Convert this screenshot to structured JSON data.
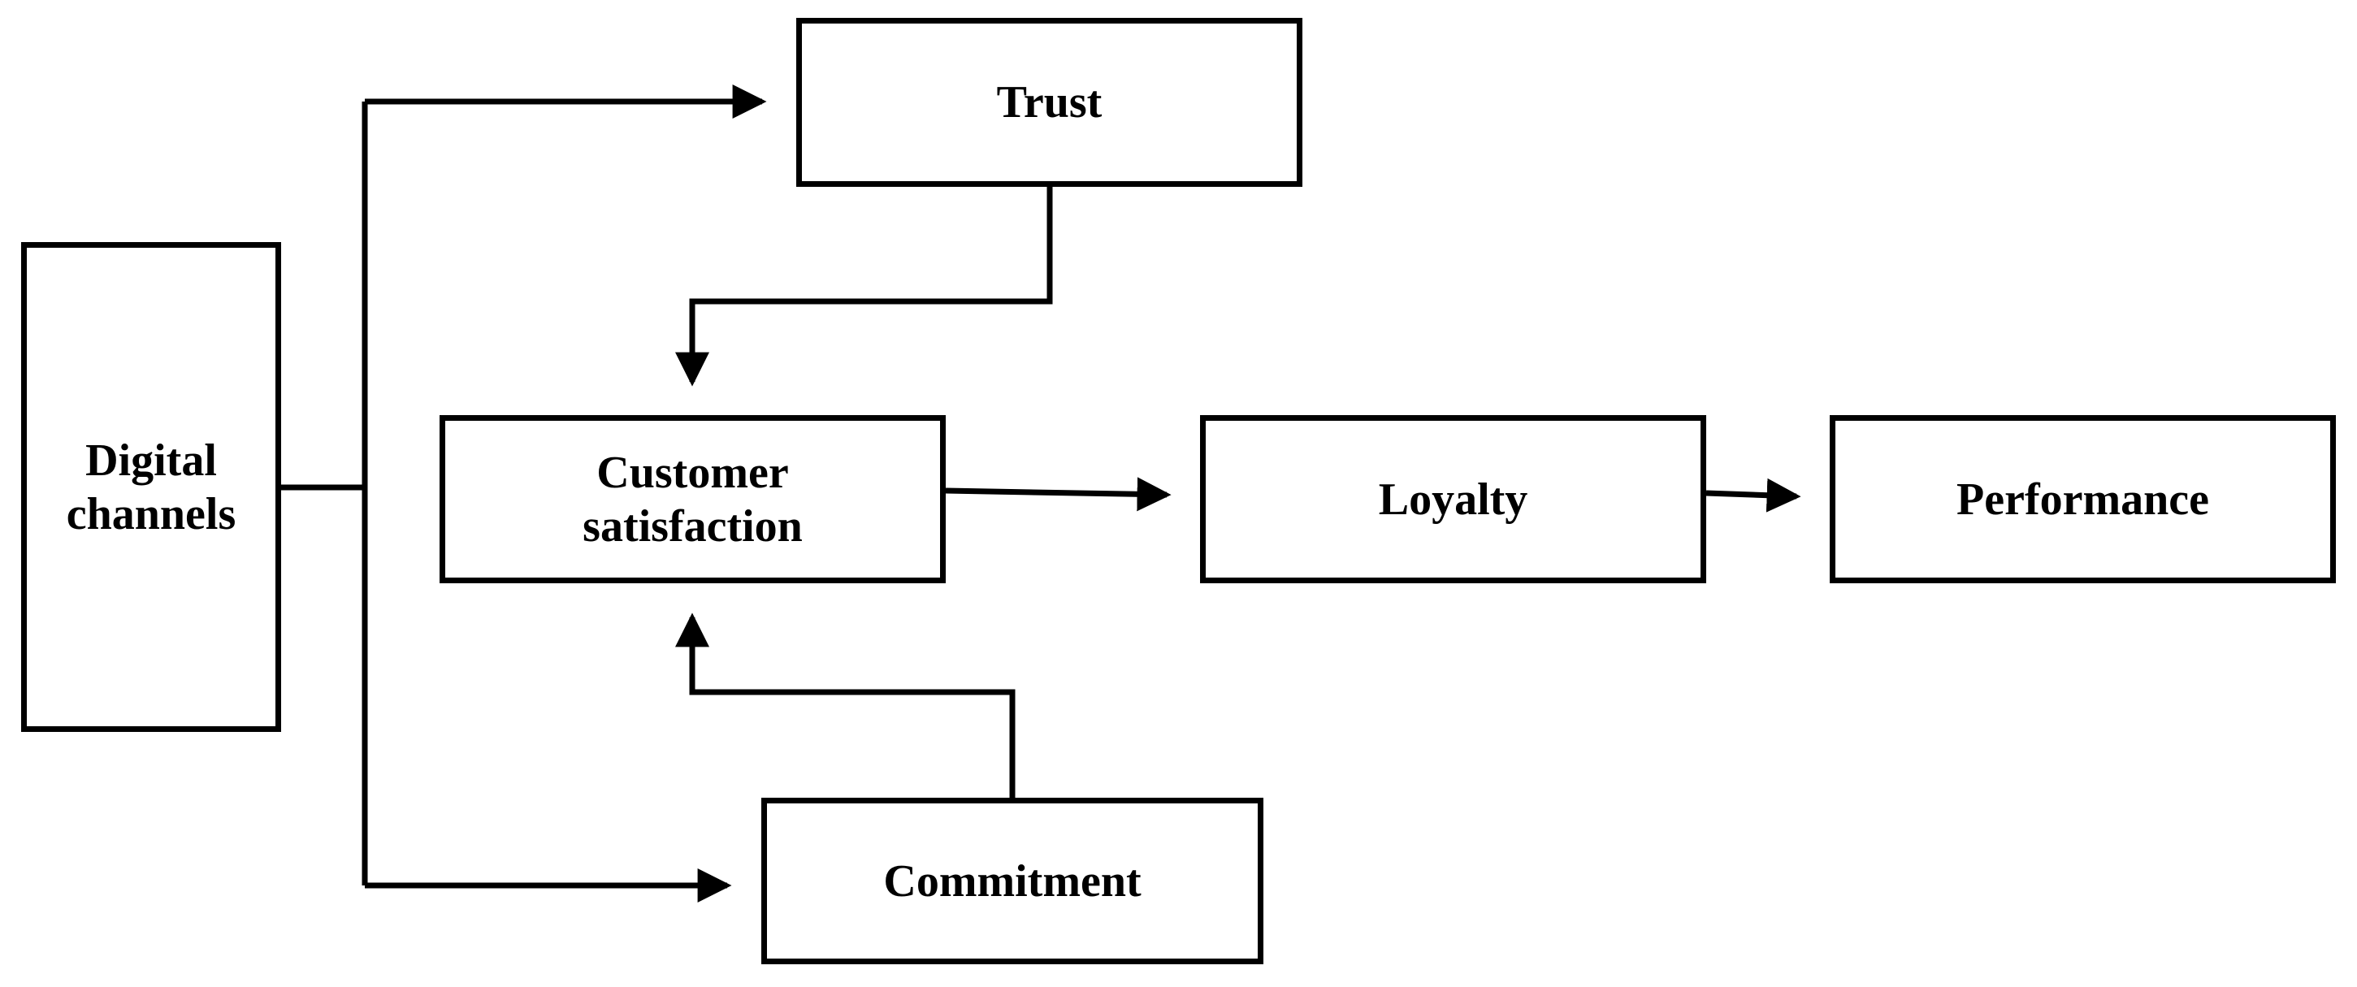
{
  "diagram": {
    "nodes": {
      "digital_channels": "Digital\nchannels",
      "trust": "Trust",
      "customer_satisfaction": "Customer\nsatisfaction",
      "loyalty": "Loyalty",
      "performance": "Performance",
      "commitment": "Commitment"
    },
    "edges": [
      {
        "from": "Digital channels",
        "to": "Trust"
      },
      {
        "from": "Digital channels",
        "to": "Commitment"
      },
      {
        "from": "Trust",
        "to": "Customer satisfaction"
      },
      {
        "from": "Commitment",
        "to": "Customer satisfaction"
      },
      {
        "from": "Customer satisfaction",
        "to": "Loyalty"
      },
      {
        "from": "Loyalty",
        "to": "Performance"
      }
    ],
    "colors": {
      "stroke": "#000000",
      "background": "#ffffff"
    }
  }
}
